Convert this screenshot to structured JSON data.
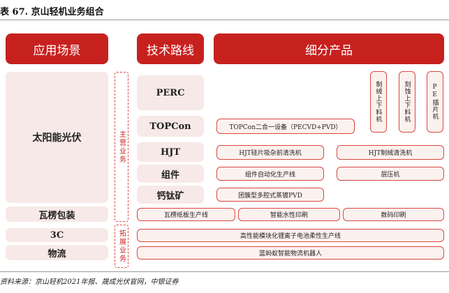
{
  "caption": "表 67. 京山轻机业务组合",
  "headers": {
    "application": "应用场景",
    "tech_route": "技术路线",
    "products": "细分产品"
  },
  "applications": {
    "solar": "太阳能光伏",
    "corrugated": "瓦楞包装",
    "three_c": "3C",
    "logistics": "物流"
  },
  "segments": {
    "main_business": "主营业务",
    "expansion": "拓展业务"
  },
  "tech_routes": {
    "perc": "PERC",
    "topcon": "TOPCon",
    "hjt": "HJT",
    "module": "组件",
    "perovskite": "钙钛矿"
  },
  "products": {
    "perc_vertical": [
      "制绒上下料机",
      "刻蚀上下料机",
      "PE插片机"
    ],
    "topcon_equipment": "TOPCon二合一设备（PECVD+PVD）",
    "hjt_wafer_cleaning": "HJT硅片吸杂前清洗机",
    "hjt_texture_cleaning": "HJT制绒清洗机",
    "module_line": "组件自动化生产线",
    "laminator": "层压机",
    "perovskite_pvd": "团簇型多腔式蒸镀PVD",
    "corrugated_line": "瓦楞纸板生产线",
    "smart_ink_print": "智能水性印刷",
    "digital_print": "数码印刷",
    "battery_line": "高性能模块化锂离子电池柔性生产线",
    "agv_robot": "蓝蚂蚁智能物流机器人"
  },
  "source": "资料来源：京山轻机2021年报、晟成光伏官网，中银证券"
}
